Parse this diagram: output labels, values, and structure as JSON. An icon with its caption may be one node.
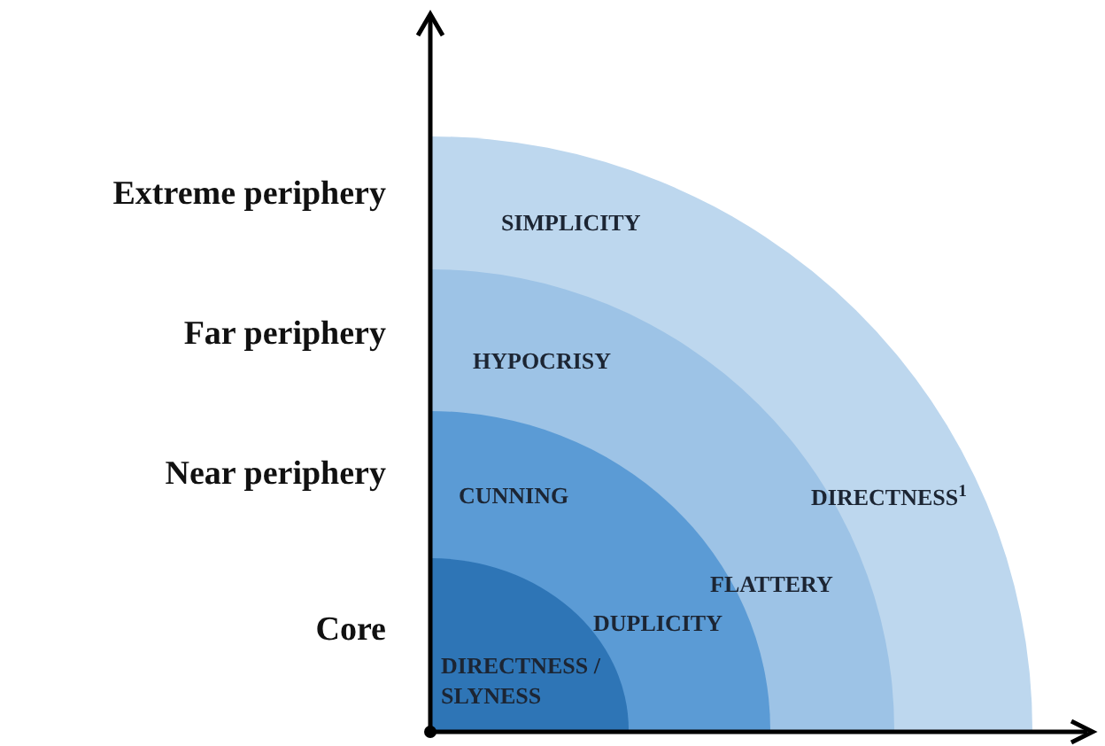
{
  "diagram": {
    "nodes": [
      {
        "text": [
          "SIMPLICITY",
          "DIRECTNESS$^{1}$"
        ]
      },
      {
        "text": [
          "HYPOCRISY",
          "FLATTERY"
        ],
        "in": 0
      },
      {
        "text": [
          "CUNNING",
          "DUPLICITY"
        ],
        "in": 1
      },
      {
        "text": [
          "DIRECTNESS / SLYNESS"
        ],
        "in": 2
      }
    ],
    "labels": [
      "Extreme periphery",
      "Far periphery",
      "Near periphery",
      "Core"
    ]
  }
}
